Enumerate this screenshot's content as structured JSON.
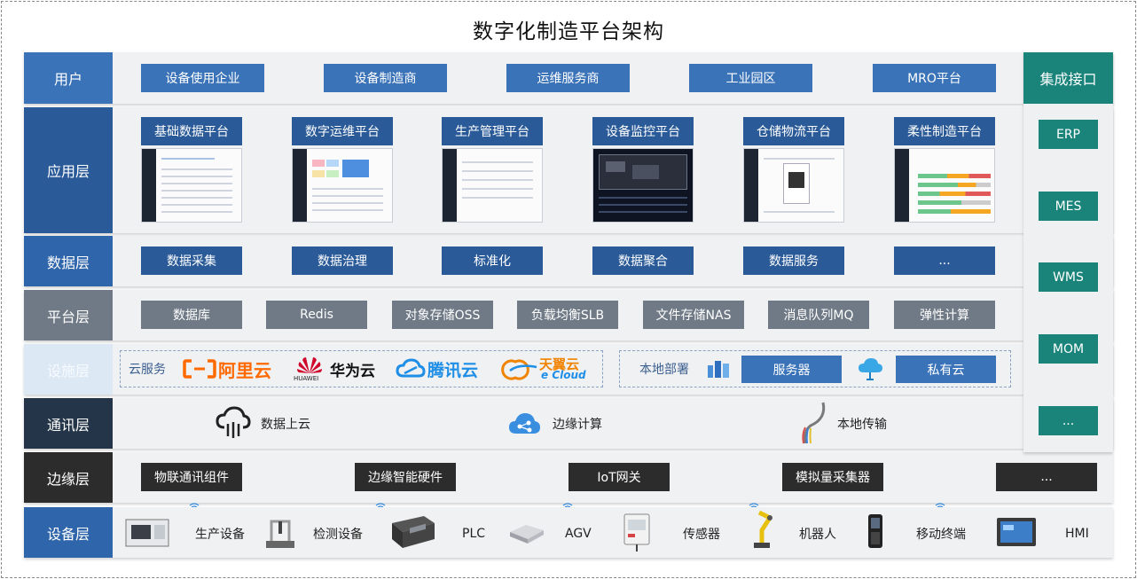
{
  "title": "数字化制造平台架构",
  "rows": {
    "user": {
      "label": "用户",
      "items": [
        "设备使用企业",
        "设备制造商",
        "运维服务商",
        "工业园区",
        "MRO平台"
      ]
    },
    "app": {
      "label": "应用层",
      "items": [
        "基础数据平台",
        "数字运维平台",
        "生产管理平台",
        "设备监控平台",
        "仓储物流平台",
        "柔性制造平台"
      ]
    },
    "data": {
      "label": "数据层",
      "items": [
        "数据采集",
        "数据治理",
        "标准化",
        "数据聚合",
        "数据服务",
        "..."
      ]
    },
    "platform": {
      "label": "平台层",
      "items": [
        "数据库",
        "Redis",
        "对象存储OSS",
        "负载均衡SLB",
        "文件存储NAS",
        "消息队列MQ",
        "弹性计算"
      ]
    },
    "infra": {
      "label": "设施层",
      "cloud_label": "云服务",
      "clouds": [
        "阿里云",
        "华为云",
        "腾讯云",
        "天翼云"
      ],
      "huawei_sub": "HUAWEI",
      "tianyi_sub": "e Cloud",
      "local_label": "本地部署",
      "local_items": [
        "服务器",
        "私有云"
      ]
    },
    "comm": {
      "label": "通讯层",
      "items": [
        "数据上云",
        "边缘计算",
        "本地传输"
      ]
    },
    "edge": {
      "label": "边缘层",
      "items": [
        "物联通讯组件",
        "边缘智能硬件",
        "IoT网关",
        "模拟量采集器",
        "..."
      ]
    },
    "device": {
      "label": "设备层",
      "items": [
        "生产设备",
        "检测设备",
        "PLC",
        "AGV",
        "传感器",
        "机器人",
        "移动终端",
        "HMI"
      ]
    }
  },
  "integration": {
    "label": "集成接口",
    "items": [
      "ERP",
      "MES",
      "WMS",
      "MOM",
      "..."
    ]
  },
  "colors": {
    "user_label": "#3b73b9",
    "app_label": "#2a5a98",
    "data_label": "#2f66ab",
    "platform_label": "#6f7a86",
    "infra_label": "#dce8f4",
    "comm_label": "#243549",
    "edge_label": "#2c2c2c",
    "device_label": "#2f66ab",
    "integration": "#1a847b",
    "aliyun": "#ff6a00",
    "huawei": "#cf0a2c",
    "tencent": "#1f8ee6",
    "tianyi": "#f08300"
  }
}
